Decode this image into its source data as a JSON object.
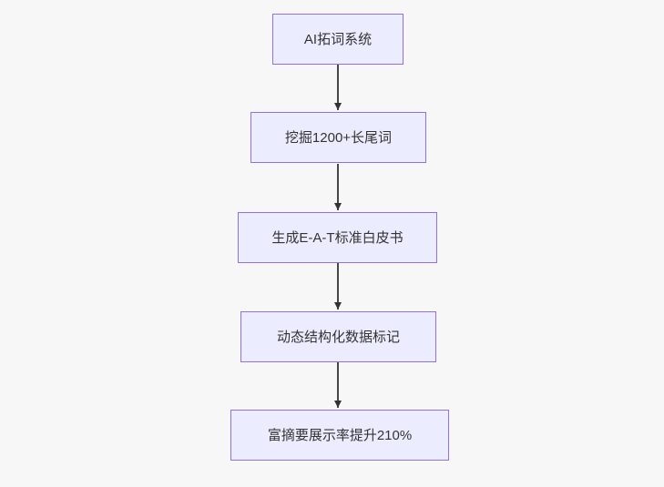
{
  "diagram": {
    "type": "flowchart",
    "direction": "top-down",
    "nodes": [
      {
        "id": "n1",
        "label": "AI拓词系统"
      },
      {
        "id": "n2",
        "label": "挖掘1200+长尾词"
      },
      {
        "id": "n3",
        "label": "生成E-A-T标准白皮书"
      },
      {
        "id": "n4",
        "label": "动态结构化数据标记"
      },
      {
        "id": "n5",
        "label": "富摘要展示率提升210%"
      }
    ],
    "edges": [
      {
        "from": "n1",
        "to": "n2",
        "arrow": "down"
      },
      {
        "from": "n2",
        "to": "n3",
        "arrow": "down"
      },
      {
        "from": "n3",
        "to": "n4",
        "arrow": "down"
      },
      {
        "from": "n4",
        "to": "n5",
        "arrow": "down"
      }
    ]
  },
  "colors": {
    "canvas_bg": "#f7f7f7",
    "node_fill": "#ececff",
    "node_border": "#9370db",
    "edge_line": "#333333",
    "text": "#333333"
  }
}
